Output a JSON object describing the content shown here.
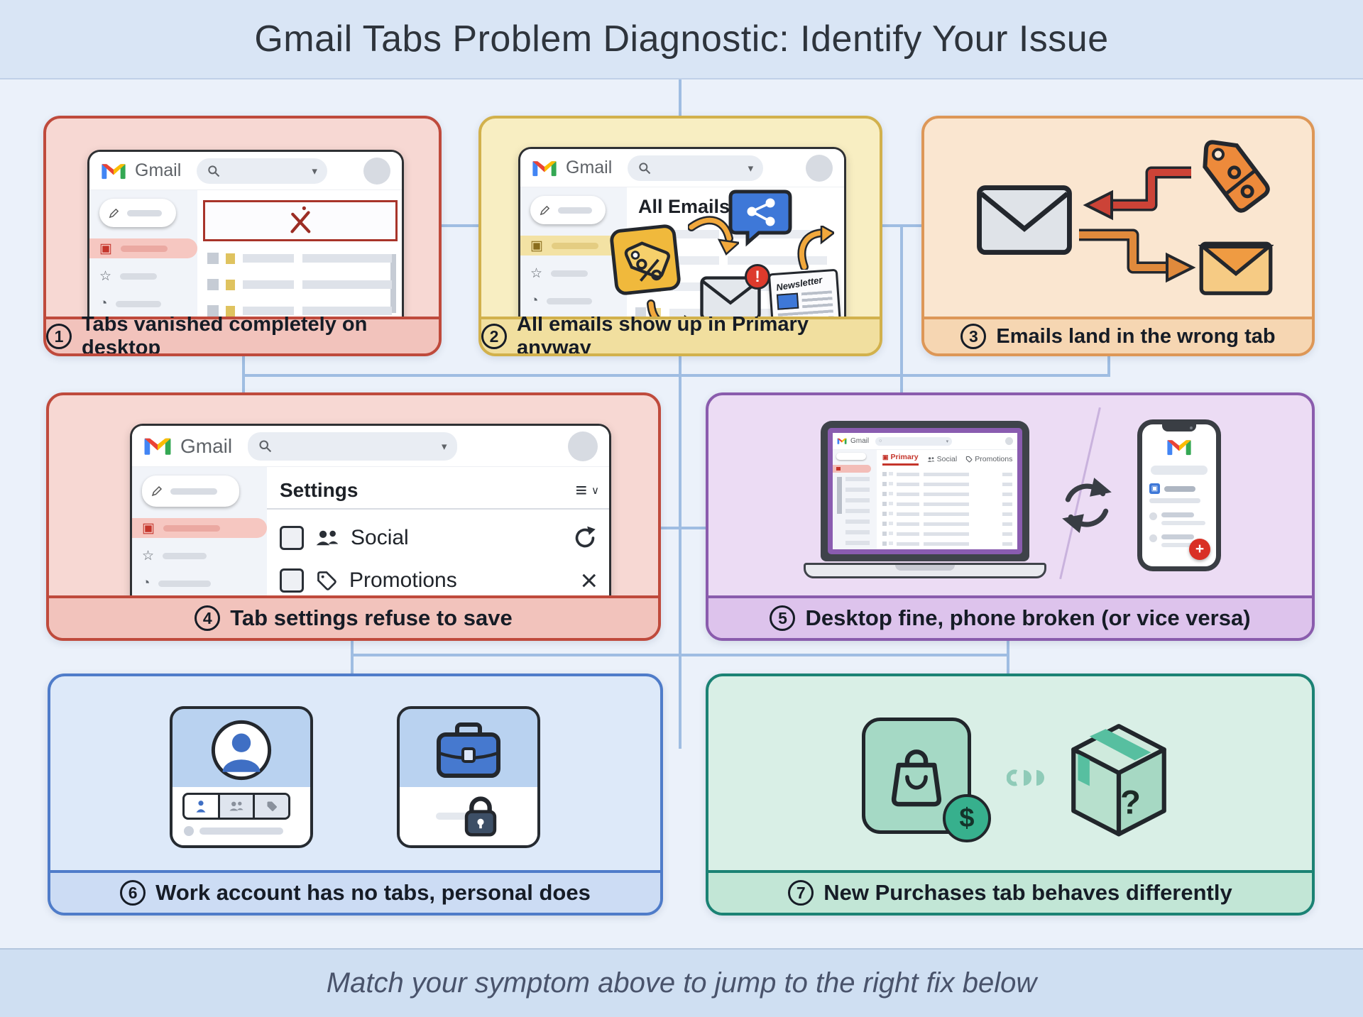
{
  "title": "Gmail Tabs Problem Diagnostic: Identify Your Issue",
  "footer_note": "Match your symptom above to jump to the right fix below",
  "gmail": {
    "brand": "Gmail"
  },
  "icons": {
    "star": "☆",
    "clock": "◔",
    "send": "▷",
    "chevron_down": "∨",
    "inbox": "▣",
    "hamburger": "≡",
    "close": "×",
    "caret_down": "▾",
    "plus": "+",
    "exclamation": "!",
    "dollar": "$",
    "question": "?"
  },
  "colors": {
    "connector": "#9fbde2",
    "card1_border": "#bf4a3c",
    "card2_border": "#d2b14c",
    "card3_border": "#dd9757",
    "card5_border": "#8a5cad",
    "card6_border": "#4f7cc9",
    "card7_border": "#1b8274",
    "gmail_red": "#ea4335",
    "gmail_blue": "#4285f4",
    "gmail_yellow": "#fbbc04",
    "gmail_green": "#34a853"
  },
  "cards": [
    {
      "number": "1",
      "label": "Tabs vanished completely on desktop"
    },
    {
      "number": "2",
      "label": "All emails show up in Primary anyway",
      "heading": "All Emails",
      "newsletter_text": "Newsletter"
    },
    {
      "number": "3",
      "label": "Emails land in the wrong tab"
    },
    {
      "number": "4",
      "label": "Tab settings refuse to save",
      "settings_heading": "Settings",
      "rows": [
        {
          "name": "Social"
        },
        {
          "name": "Promotions"
        }
      ]
    },
    {
      "number": "5",
      "label": "Desktop fine, phone broken (or vice versa)",
      "tabs": [
        "Primary",
        "Social",
        "Promotions"
      ]
    },
    {
      "number": "6",
      "label": "Work account has no tabs, personal does"
    },
    {
      "number": "7",
      "label_prefix": "New ",
      "label_bold": "Purchases",
      "label_suffix": " tab behaves differently"
    }
  ]
}
